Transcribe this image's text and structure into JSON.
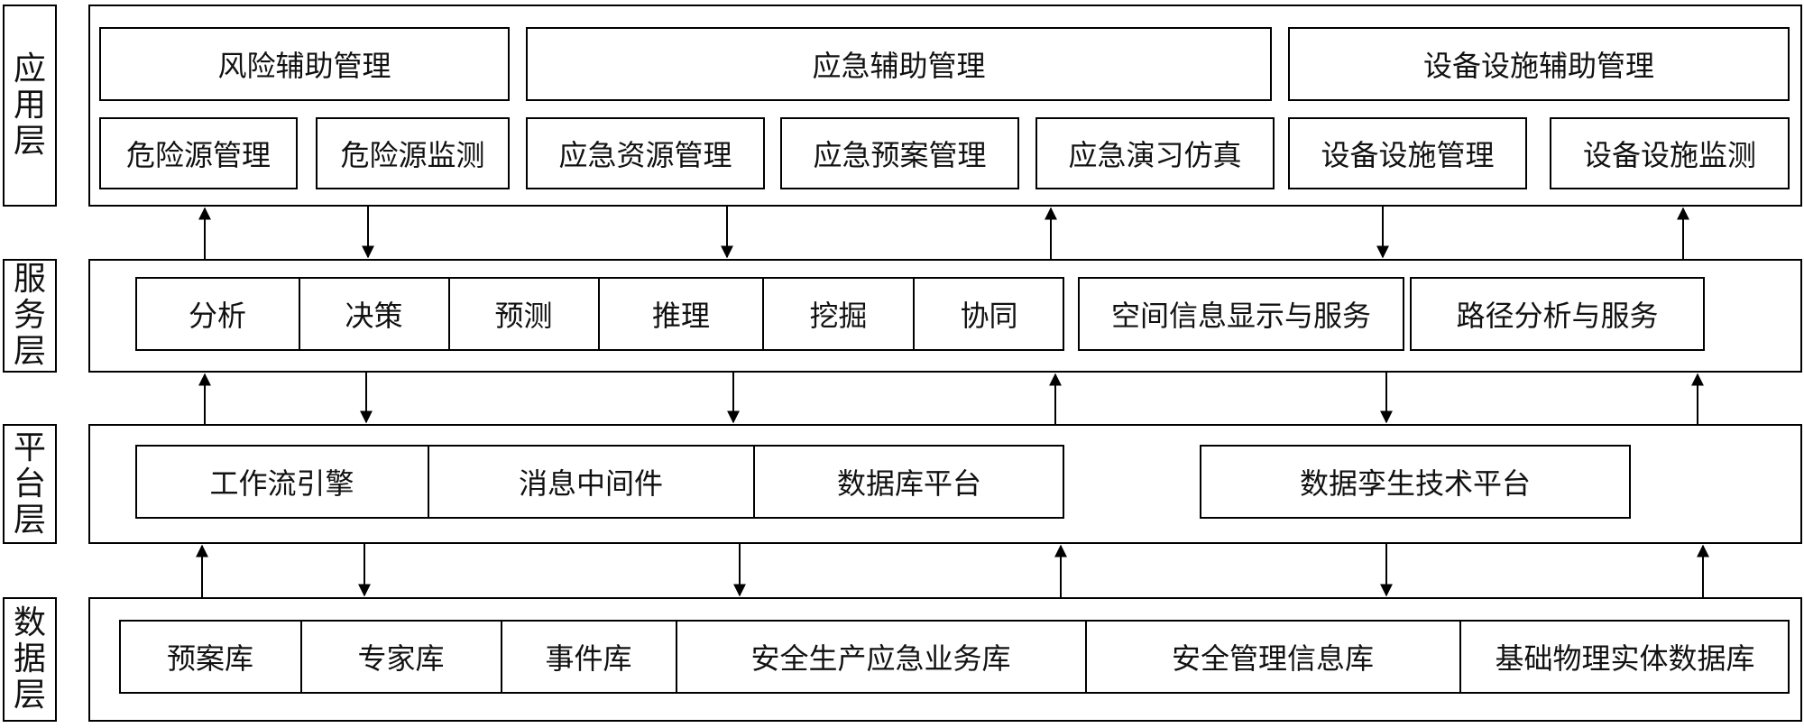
{
  "layers": [
    {
      "id": "app",
      "label": "应用层"
    },
    {
      "id": "service",
      "label": "服务层"
    },
    {
      "id": "platform",
      "label": "平台层"
    },
    {
      "id": "data",
      "label": "数据层"
    }
  ],
  "application_layer": {
    "groups": [
      {
        "title": "风险辅助管理",
        "items": [
          "危险源管理",
          "危险源监测"
        ]
      },
      {
        "title": "应急辅助管理",
        "items": [
          "应急资源管理",
          "应急预案管理",
          "应急演习仿真"
        ]
      },
      {
        "title": "设备设施辅助管理",
        "items": [
          "设备设施管理",
          "设备设施监测"
        ]
      }
    ]
  },
  "service_layer": {
    "analysis_strip": [
      "分析",
      "决策",
      "预测",
      "推理",
      "挖掘",
      "协同"
    ],
    "services": [
      "空间信息显示与服务",
      "路径分析与服务"
    ]
  },
  "platform_layer": {
    "strip": [
      "工作流引擎",
      "消息中间件",
      "数据库平台"
    ],
    "twin": "数据孪生技术平台"
  },
  "data_layer": {
    "strip": [
      "预案库",
      "专家库",
      "事件库",
      "安全生产应急业务库",
      "安全管理信息库",
      "基础物理实体数据库"
    ]
  },
  "arrow_directions": [
    "up",
    "down",
    "down",
    "up",
    "down",
    "up"
  ]
}
